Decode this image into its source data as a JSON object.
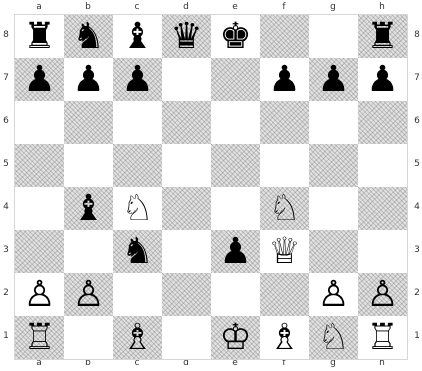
{
  "board": {
    "files": [
      "a",
      "b",
      "c",
      "d",
      "e",
      "f",
      "g",
      "h"
    ],
    "ranks": [
      "8",
      "7",
      "6",
      "5",
      "4",
      "3",
      "2",
      "1"
    ],
    "position": [
      [
        "♜",
        "♞",
        "♝",
        "♛",
        "♚",
        "",
        "",
        "♜"
      ],
      [
        "♟",
        "♟",
        "♟",
        "",
        "",
        "♟",
        "♟",
        "♟"
      ],
      [
        "",
        "",
        "",
        "",
        "",
        "",
        "",
        ""
      ],
      [
        "",
        "",
        "",
        "",
        "",
        "",
        "",
        ""
      ],
      [
        "",
        "♝",
        "♘",
        "",
        "",
        "♘",
        "",
        ""
      ],
      [
        "",
        "",
        "♞",
        "",
        "♟",
        "♕",
        "",
        ""
      ],
      [
        "♙",
        "♙",
        "",
        "",
        "",
        "",
        "♙",
        "♙"
      ],
      [
        "♖",
        "",
        "♗",
        "",
        "♔",
        "♗",
        "♘",
        "♖"
      ]
    ],
    "piece_names": {
      "♜": "black-rook",
      "♞": "black-knight",
      "♝": "black-bishop",
      "♛": "black-queen",
      "♚": "black-king",
      "♟": "black-pawn",
      "♖": "white-rook",
      "♘": "white-knight",
      "♗": "white-bishop",
      "♕": "white-queen",
      "♔": "white-king",
      "♙": "white-pawn"
    },
    "colors": {
      "light_square": "#ffffff",
      "dark_square": "#e2e2e2",
      "piece": "#000000"
    }
  }
}
